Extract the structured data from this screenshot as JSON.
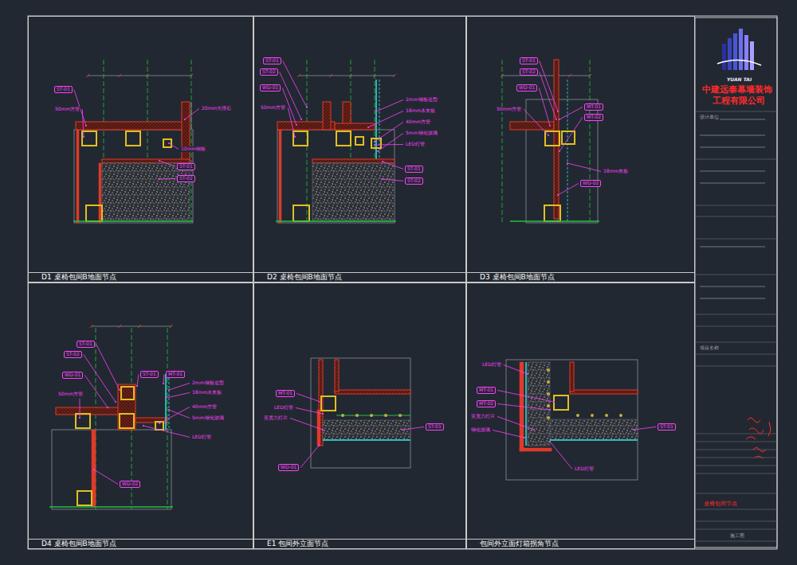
{
  "diagram": {
    "nodes": [
      {
        "text": [
          "D1 桌椅包间B地面节点"
        ]
      },
      {
        "text": [
          "D2 桌椅包间B地面节点"
        ]
      },
      {
        "text": [
          "D3 桌椅包间B地面节点"
        ]
      },
      {
        "text": [
          "D4 桌椅包间B地面节点"
        ]
      },
      {
        "text": [
          "E1 包间外立面节点"
        ]
      },
      {
        "text": [
          "包间外立面灯箱拐角节点"
        ]
      }
    ],
    "labels": [
      "ST-01",
      "50mm方管",
      "20mm大理石",
      "10mm钢板",
      "ST-01",
      "ST-02",
      "ST-01",
      "ST-02",
      "WD-01",
      "50mm方管",
      "2mm钢板造型",
      "18mm木夹板",
      "40mm方管",
      "5mm钢化玻璃",
      "LED灯管",
      "ST-01",
      "ST-02",
      "ST-01",
      "ST-02",
      "WD-01",
      "50mm方管",
      "MT-01",
      "MT-02",
      "18mm夹板",
      "WD-02",
      "ST-01",
      "ST-02",
      "WD-01",
      "50mm方管",
      "ST-01",
      "MT-01",
      "2mm钢板造型",
      "18mm木夹板",
      "40mm方管",
      "5mm钢化玻璃",
      "LED灯管",
      "WD-02",
      "MT-01",
      "LED灯管",
      "亚克力灯片",
      "ST-01",
      "WD-01",
      "LED灯管",
      "MT-01",
      "MT-02",
      "亚克力灯片",
      "钢化玻璃",
      "ST-01",
      "LED灯管",
      "YUAN TAI",
      "中建远泰幕墙装饰",
      "工程有限公司",
      "设计单位",
      "项目名称",
      "桌椅包间节点",
      "施工图"
    ]
  }
}
